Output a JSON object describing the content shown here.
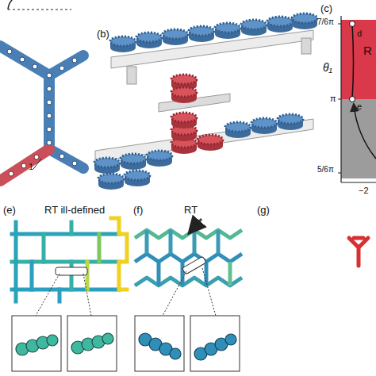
{
  "diagram": {
    "labels": [
      "1",
      "(b)",
      "(c)",
      "7/6π",
      "θ₁",
      "R",
      "d",
      "π",
      "e",
      "5/6π",
      "−2",
      "(e)",
      "RT ill-defined",
      "(f)",
      "RT",
      "(g)"
    ]
  }
}
